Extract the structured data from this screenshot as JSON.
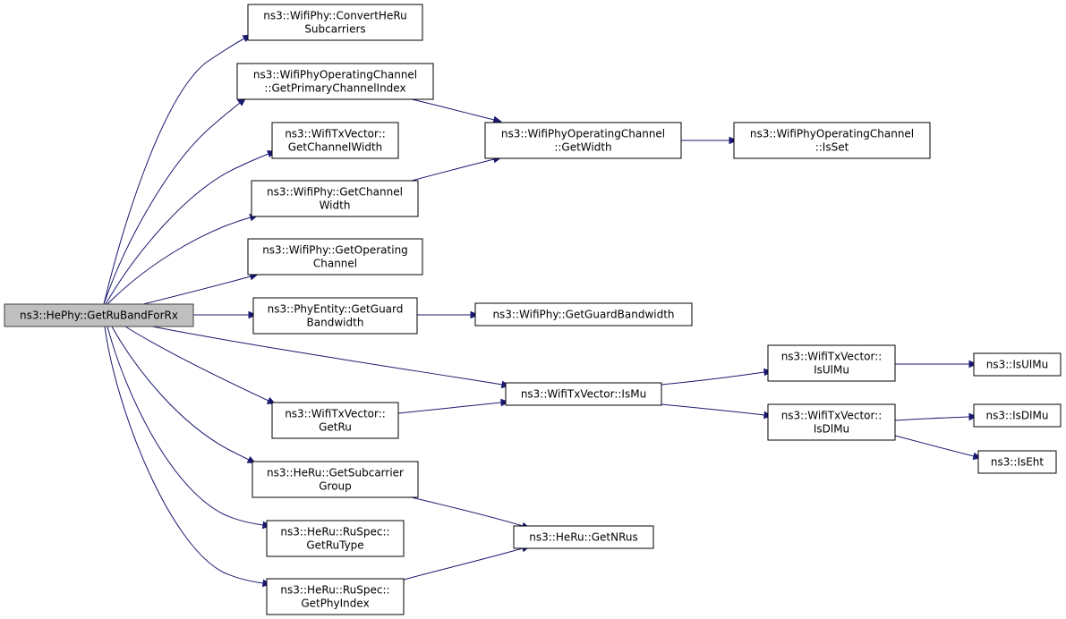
{
  "graph": {
    "nodes": {
      "root": [
        "ns3::HePhy::GetRuBandForRx"
      ],
      "convert_he_ru": [
        "ns3::WifiPhy::ConvertHeRu",
        "Subcarriers"
      ],
      "get_primary_channel_index": [
        "ns3::WifiPhyOperatingChannel",
        "::GetPrimaryChannelIndex"
      ],
      "txvector_get_channel_width": [
        "ns3::WifiTxVector::",
        "GetChannelWidth"
      ],
      "phy_get_channel_width": [
        "ns3::WifiPhy::GetChannel",
        "Width"
      ],
      "get_operating_channel": [
        "ns3::WifiPhy::GetOperating",
        "Channel"
      ],
      "phyentity_get_guard_bandwidth": [
        "ns3::PhyEntity::GetGuard",
        "Bandwidth"
      ],
      "txvector_get_ru": [
        "ns3::WifiTxVector::",
        "GetRu"
      ],
      "get_subcarrier_group": [
        "ns3::HeRu::GetSubcarrier",
        "Group"
      ],
      "get_ru_type": [
        "ns3::HeRu::RuSpec::",
        "GetRuType"
      ],
      "get_phy_index": [
        "ns3::HeRu::RuSpec::",
        "GetPhyIndex"
      ],
      "operating_channel_get_width": [
        "ns3::WifiPhyOperatingChannel",
        "::GetWidth"
      ],
      "is_set": [
        "ns3::WifiPhyOperatingChannel",
        "::IsSet"
      ],
      "wifiphy_get_guard_bandwidth": [
        "ns3::WifiPhy::GetGuardBandwidth"
      ],
      "is_mu": [
        "ns3::WifiTxVector::IsMu"
      ],
      "get_n_rus": [
        "ns3::HeRu::GetNRus"
      ],
      "is_ul_mu": [
        "ns3::WifiTxVector::",
        "IsUlMu"
      ],
      "is_dl_mu": [
        "ns3::WifiTxVector::",
        "IsDlMu"
      ],
      "ns3_is_ul_mu": [
        "ns3::IsUlMu"
      ],
      "ns3_is_dl_mu": [
        "ns3::IsDlMu"
      ],
      "ns3_is_eht": [
        "ns3::IsEht"
      ]
    },
    "edges": [
      [
        "root",
        "convert_he_ru"
      ],
      [
        "root",
        "get_primary_channel_index"
      ],
      [
        "root",
        "txvector_get_channel_width"
      ],
      [
        "root",
        "phy_get_channel_width"
      ],
      [
        "root",
        "get_operating_channel"
      ],
      [
        "root",
        "phyentity_get_guard_bandwidth"
      ],
      [
        "root",
        "is_mu"
      ],
      [
        "root",
        "txvector_get_ru"
      ],
      [
        "root",
        "get_subcarrier_group"
      ],
      [
        "root",
        "get_ru_type"
      ],
      [
        "root",
        "get_phy_index"
      ],
      [
        "get_primary_channel_index",
        "operating_channel_get_width"
      ],
      [
        "phy_get_channel_width",
        "operating_channel_get_width"
      ],
      [
        "operating_channel_get_width",
        "is_set"
      ],
      [
        "phyentity_get_guard_bandwidth",
        "wifiphy_get_guard_bandwidth"
      ],
      [
        "txvector_get_ru",
        "is_mu"
      ],
      [
        "is_mu",
        "is_ul_mu"
      ],
      [
        "is_mu",
        "is_dl_mu"
      ],
      [
        "is_ul_mu",
        "ns3_is_ul_mu"
      ],
      [
        "is_dl_mu",
        "ns3_is_dl_mu"
      ],
      [
        "is_dl_mu",
        "ns3_is_eht"
      ],
      [
        "get_subcarrier_group",
        "get_n_rus"
      ],
      [
        "get_phy_index",
        "get_n_rus"
      ]
    ]
  }
}
